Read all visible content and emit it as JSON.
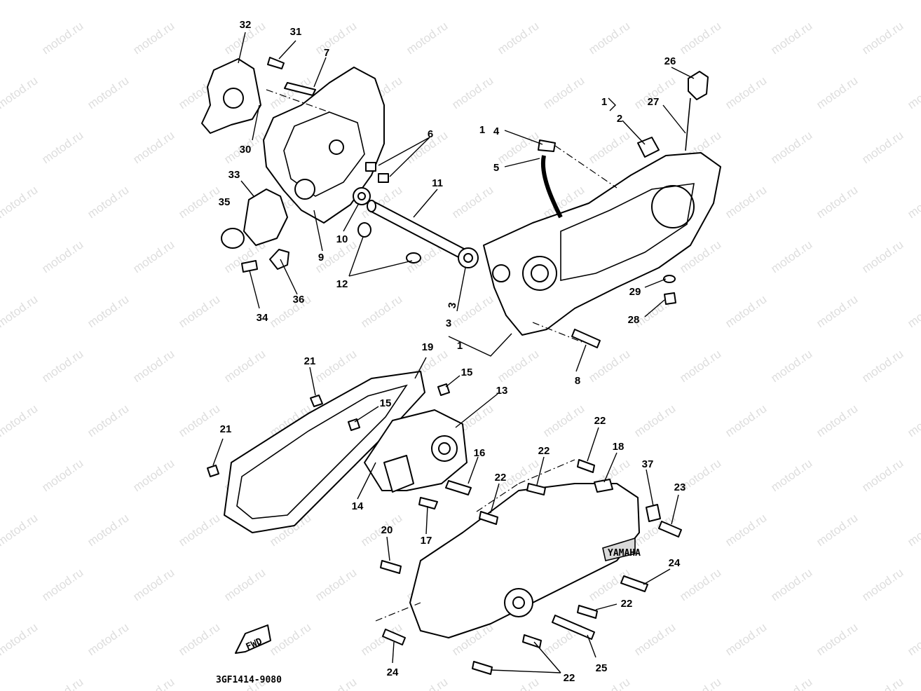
{
  "watermark": "motod.ru",
  "drawing_code": "3GF1414-9080",
  "fwd_mark": "FWD",
  "cover_brand": "YAMAHA",
  "callouts": {
    "c1a": "1",
    "c1b": "1",
    "c1c": "1",
    "c2": "2",
    "c3": "3",
    "c4": "4",
    "c5": "5",
    "c6": "6",
    "c7": "7",
    "c8": "8",
    "c9": "9",
    "c10": "10",
    "c11": "11",
    "c12": "12",
    "c13": "13",
    "c14": "14",
    "c15a": "15",
    "c15b": "15",
    "c16": "16",
    "c17": "17",
    "c18": "18",
    "c19": "19",
    "c20": "20",
    "c21a": "21",
    "c21b": "21",
    "c22a": "22",
    "c22b": "22",
    "c22c": "22",
    "c22d": "22",
    "c22e": "22",
    "c23": "23",
    "c24a": "24",
    "c24b": "24",
    "c25": "25",
    "c26": "26",
    "c27": "27",
    "c28": "28",
    "c29": "29",
    "c30": "30",
    "c31": "31",
    "c32": "32",
    "c33": "33",
    "c34": "34",
    "c35": "35",
    "c36": "36",
    "c37": "37"
  }
}
